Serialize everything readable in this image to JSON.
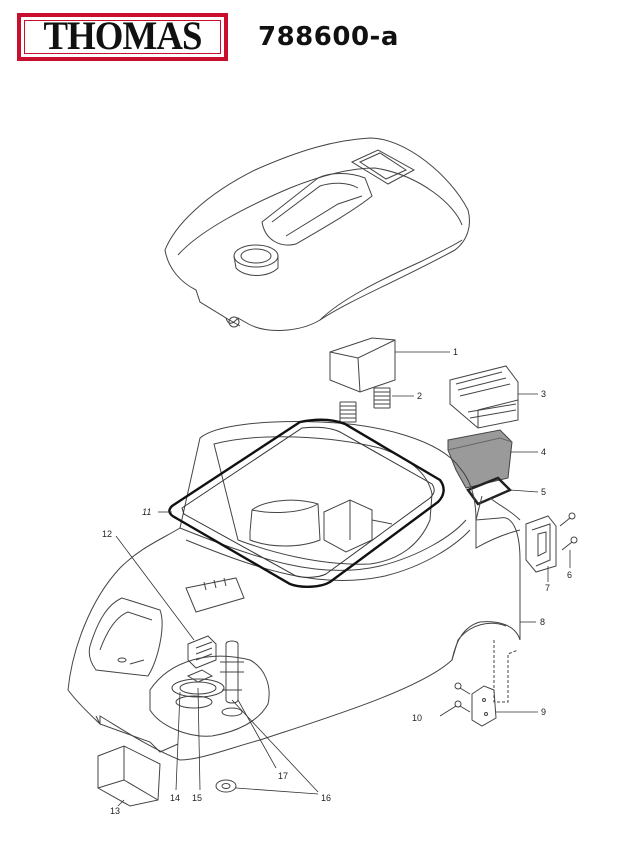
{
  "header": {
    "brand": "THOMAS",
    "document_id": "788600-a",
    "brand_color": "#c8102e"
  },
  "callouts": [
    {
      "id": "c1",
      "label": "1"
    },
    {
      "id": "c2",
      "label": "2"
    },
    {
      "id": "c3",
      "label": "3"
    },
    {
      "id": "c4",
      "label": "4"
    },
    {
      "id": "c5",
      "label": "5"
    },
    {
      "id": "c6",
      "label": "6"
    },
    {
      "id": "c7",
      "label": "7"
    },
    {
      "id": "c8",
      "label": "8"
    },
    {
      "id": "c9",
      "label": "9"
    },
    {
      "id": "c10",
      "label": "10"
    },
    {
      "id": "c11",
      "label": "11"
    },
    {
      "id": "c12",
      "label": "12"
    },
    {
      "id": "c13",
      "label": "13"
    },
    {
      "id": "c14",
      "label": "14"
    },
    {
      "id": "c15",
      "label": "15"
    },
    {
      "id": "c16",
      "label": "16"
    },
    {
      "id": "c17",
      "label": "17"
    }
  ]
}
